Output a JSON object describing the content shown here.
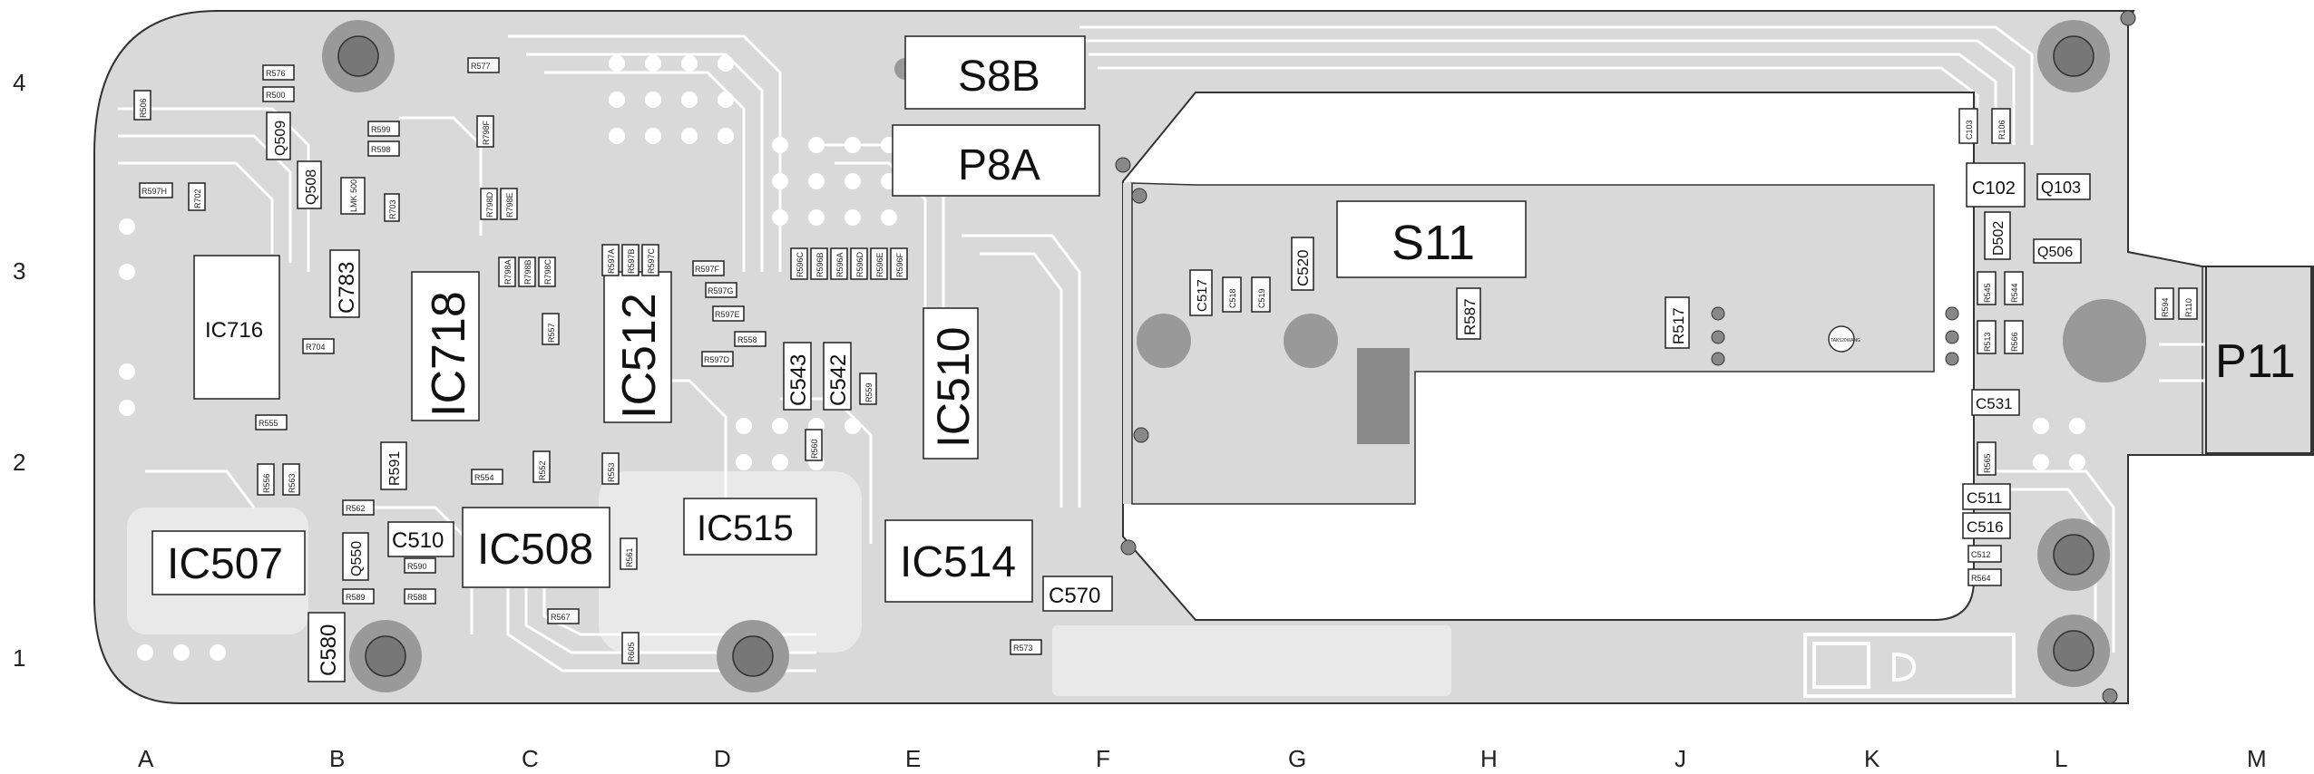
{
  "grid": {
    "rows": [
      "4",
      "3",
      "2",
      "1"
    ],
    "cols": [
      "A",
      "B",
      "C",
      "D",
      "E",
      "F",
      "G",
      "H",
      "J",
      "K",
      "L",
      "M"
    ]
  },
  "major": {
    "s8b": "S8B",
    "p8a": "P8A",
    "s11": "S11",
    "p11": "P11",
    "ic716": "IC716",
    "ic718": "IC718",
    "ic512": "IC512",
    "ic510": "IC510",
    "ic507": "IC507",
    "ic508": "IC508",
    "ic515": "IC515",
    "ic514": "IC514"
  },
  "medium": {
    "c783": "C783",
    "c543": "C543",
    "c542": "C542",
    "c520": "C520",
    "c517": "C517",
    "c518": "C518",
    "c519": "C519",
    "r587": "R587",
    "r517": "R517",
    "c570": "C570",
    "c510": "C510",
    "c580": "C580",
    "q550": "Q550",
    "r591": "R591",
    "q509": "Q509",
    "q508": "Q508",
    "c102": "C102",
    "q103": "Q103",
    "d502": "D502",
    "q506": "Q506",
    "c531": "C531",
    "c511": "C511",
    "c516": "C516",
    "c103": "C103"
  },
  "small": {
    "r576": "R576",
    "r500": "R500",
    "r577": "R577",
    "r599": "R599",
    "r598": "R598",
    "r703": "R703",
    "r702": "R702",
    "r597h": "R597H",
    "r506": "R506",
    "lmk": "LMK 500",
    "r704": "R704",
    "r555": "R555",
    "r556": "R556",
    "r563": "R563",
    "r562": "R562",
    "r590": "R590",
    "r589": "R589",
    "r588": "R588",
    "r554": "R554",
    "r552": "R552",
    "r553": "R553",
    "r561": "R561",
    "r567": "R567",
    "r605": "R605",
    "r557": "R557",
    "r558": "R558",
    "r559": "R559",
    "r560": "R560",
    "r573": "R573",
    "r597f": "R597F",
    "r597g": "R597G",
    "r597e": "R597E",
    "r597d": "R597D",
    "r798a": "R798A",
    "r798b": "R798B",
    "r798c": "R798C",
    "r798d": "R798D",
    "r798e": "R798E",
    "r798f": "R798F",
    "r597a": "R597A",
    "r597b": "R597B",
    "r597c": "R597C",
    "r596c": "R596C",
    "r596b": "R596B",
    "r596a": "R596A",
    "r596d": "R596D",
    "r596e": "R596E",
    "r596f": "R596F",
    "r106": "R106",
    "r545": "R545",
    "r544": "R544",
    "r513": "R513",
    "r566": "R566",
    "r565": "R565",
    "c512": "C512",
    "r564": "R564",
    "r594": "R594",
    "r110": "R110",
    "tab": "TAK520WANG"
  }
}
